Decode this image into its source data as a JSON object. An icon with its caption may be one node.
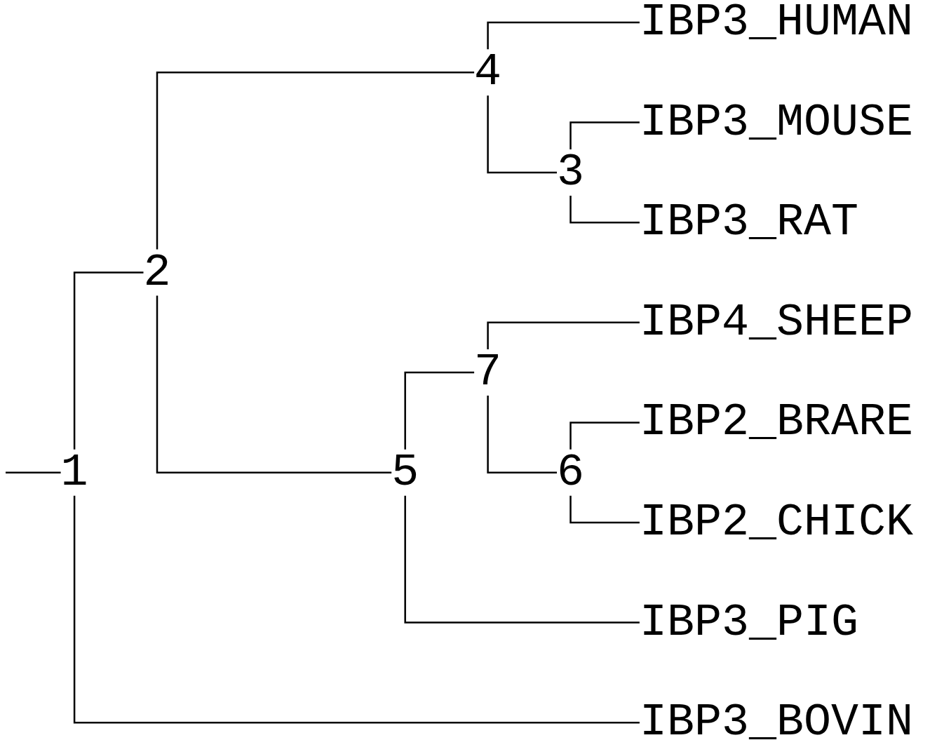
{
  "diagram": {
    "nodes": [
      {
        "text": [
          "IBP3_HUMAN"
        ]
      },
      {
        "text": [
          "4"
        ]
      },
      {
        "text": [
          "IBP3_MOUSE"
        ]
      },
      {
        "text": [
          "3"
        ]
      },
      {
        "text": [
          "IBP3_RAT"
        ]
      },
      {
        "text": [
          "2"
        ]
      },
      {
        "text": [
          "IBP4_SHEEP"
        ]
      },
      {
        "text": [
          "7"
        ]
      },
      {
        "text": [
          "IBP2_BRARE"
        ]
      },
      {
        "text": [
          "1"
        ]
      },
      {
        "text": [
          "5"
        ]
      },
      {
        "text": [
          "6"
        ]
      },
      {
        "text": [
          "IBP2_CHICK"
        ]
      },
      {
        "text": [
          "IBP3_PIG"
        ]
      },
      {
        "text": [
          "IBP3_BOVIN"
        ]
      }
    ],
    "edges": [
      {
        "from": null,
        "to": 9,
        "arrow": "none"
      },
      {
        "from": 9,
        "to": 5,
        "arrow": "none"
      },
      {
        "from": 9,
        "to": 14,
        "arrow": "none"
      },
      {
        "from": 5,
        "to": 1,
        "arrow": "none"
      },
      {
        "from": 5,
        "to": 10,
        "arrow": "none"
      },
      {
        "from": 1,
        "to": 0,
        "arrow": "none"
      },
      {
        "from": 1,
        "to": 3,
        "arrow": "none"
      },
      {
        "from": 3,
        "to": 2,
        "arrow": "none"
      },
      {
        "from": 3,
        "to": 4,
        "arrow": "none"
      },
      {
        "from": 10,
        "to": 7,
        "arrow": "none"
      },
      {
        "from": 10,
        "to": 13,
        "arrow": "none"
      },
      {
        "from": 7,
        "to": 6,
        "arrow": "none"
      },
      {
        "from": 7,
        "to": 11,
        "arrow": "none"
      },
      {
        "from": 11,
        "to": 8,
        "arrow": "none"
      },
      {
        "from": 11,
        "to": 12,
        "arrow": "none"
      }
    ]
  }
}
